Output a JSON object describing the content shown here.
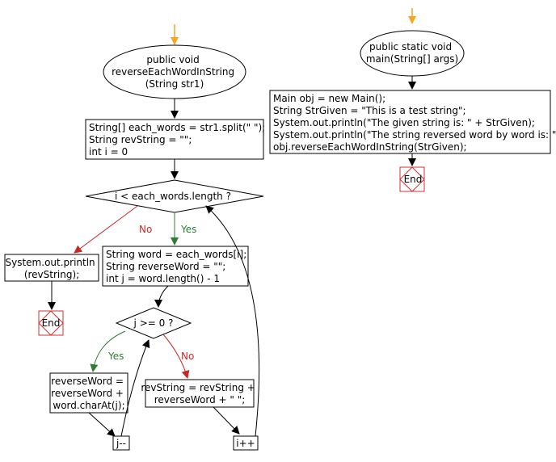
{
  "colors": {
    "stroke": "#000000",
    "start_arrow": "#f5a623",
    "end_stroke": "#cc3333",
    "yes": "#2e7d32",
    "no": "#c62828"
  },
  "flow": {
    "method_start": {
      "lines": [
        "public void",
        "reverseEachWordInString",
        "(String str1)"
      ]
    },
    "init": {
      "lines": [
        "String[] each_words = str1.split(\" \");",
        "String revString = \"\";",
        "int i = 0"
      ]
    },
    "loop_cond": {
      "text": "i < each_words.length ?"
    },
    "print_rev": {
      "lines": [
        "System.out.println",
        "(revString);"
      ]
    },
    "end_left": {
      "text": "End"
    },
    "word_init": {
      "lines": [
        "String word = each_words[i];",
        "String reverseWord = \"\";",
        "int j = word.length() - 1"
      ]
    },
    "inner_cond": {
      "text": "j >= 0 ?"
    },
    "append_char": {
      "lines": [
        "reverseWord =",
        "reverseWord +",
        "word.charAt(j);"
      ]
    },
    "append_word": {
      "lines": [
        "revString = revString +",
        "reverseWord + \" \";"
      ]
    },
    "j_dec": {
      "text": "j--"
    },
    "i_inc": {
      "text": "i++"
    },
    "labels": {
      "yes_outer": "Yes",
      "no_outer": "No",
      "yes_inner": "Yes",
      "no_inner": "No"
    }
  },
  "main_flow": {
    "main_start": {
      "lines": [
        "public static void",
        "main(String[] args)"
      ]
    },
    "main_body": {
      "lines": [
        "Main obj = new Main();",
        "String StrGiven = \"This is a test string\";",
        "System.out.println(\"The given string is: \" + StrGiven);",
        "System.out.println(\"The string reversed word by word is: \");",
        "obj.reverseEachWordInString(StrGiven);"
      ]
    },
    "end_right": {
      "text": "End"
    }
  }
}
